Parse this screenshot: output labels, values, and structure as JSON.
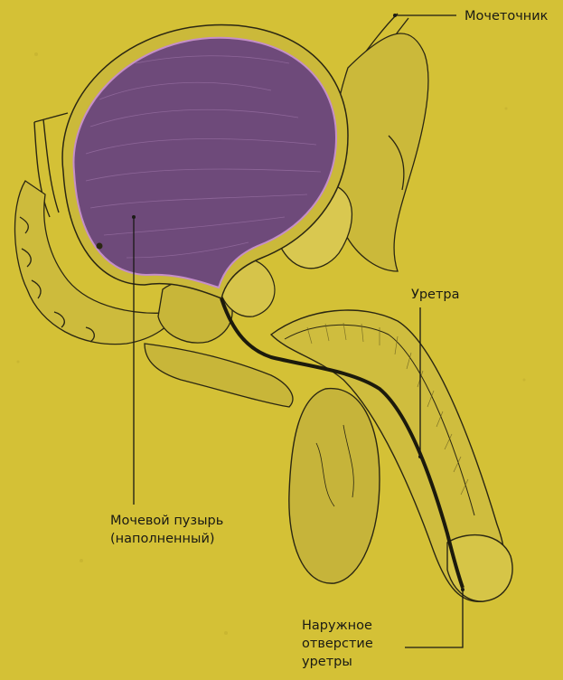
{
  "diagram": {
    "colors": {
      "background": "#d4c136",
      "bladder": "#6e4a7a",
      "bladder_highlight": "#c58fc8",
      "tissue": "#c9b83a",
      "line": "#2b2712"
    },
    "labels": {
      "ureter": "Мочеточник",
      "urethra": "Уретра",
      "bladder_line1": "Мочевой пузырь",
      "bladder_line2": "(наполненный)",
      "outer_opening_line1": "Наружное",
      "outer_opening_line2": "отверстие",
      "outer_opening_line3": "уретры"
    }
  }
}
